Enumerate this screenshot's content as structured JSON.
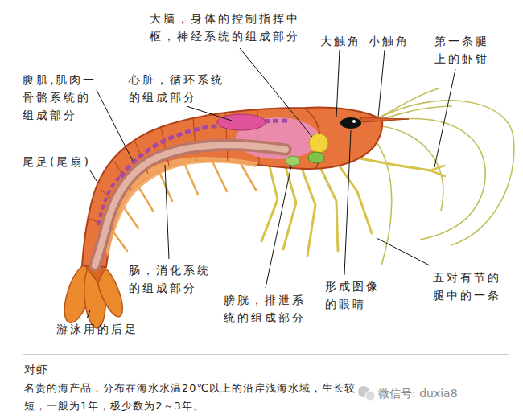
{
  "diagram": {
    "title": "对虾",
    "caption": "名贵的海产品，分布在海水水温20℃以上的沿岸浅海水域，生长较短，一般为1年，极少数为2～3年。",
    "labels": [
      "大脑，身体的控制指挥中枢，神经系统的组成部分",
      "大触角",
      "小触角",
      "第一条腿上的虾钳",
      "腹肌,肌肉一骨骼系统的组成部分",
      "心脏，循环系统的组成部分",
      "尾足(尾扇)",
      "肠，消化系统的组成部分",
      "膀胱，排泄系统的组成部分",
      "形成图像的眼睛",
      "五对有节的腿中的一条",
      "游泳用的后足",
      "微信号: duxia8"
    ]
  }
}
